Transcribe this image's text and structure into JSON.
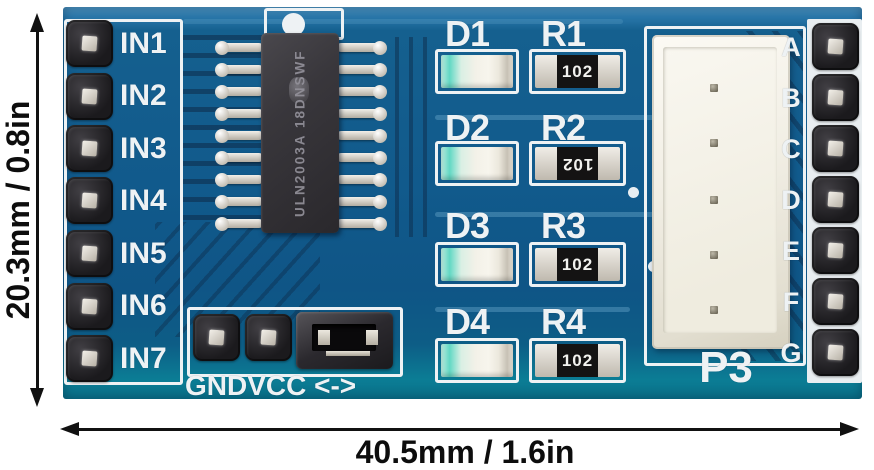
{
  "annotation": {
    "height_label": "20.3mm / 0.8in",
    "width_label": "40.5mm / 1.6in"
  },
  "board": {
    "left_header": {
      "labels": [
        "IN1",
        "IN2",
        "IN3",
        "IN4",
        "IN5",
        "IN6",
        "IN7"
      ]
    },
    "ic": {
      "marking_line1": "18DNSWF",
      "marking_line2": "ULN2003A"
    },
    "leds": {
      "labels": [
        "D1",
        "D2",
        "D3",
        "D4"
      ]
    },
    "resistors": {
      "labels": [
        "R1",
        "R2",
        "R3",
        "R4"
      ],
      "code": "102"
    },
    "connector": {
      "label": "P3"
    },
    "right_header": {
      "labels": [
        "A",
        "B",
        "C",
        "D",
        "E",
        "F",
        "G"
      ]
    },
    "bottom_header": {
      "label": "GNDVCC <->"
    }
  },
  "colors": {
    "pcb_blue": "#115a8c",
    "pcb_teal_edge": "#0a7d95",
    "silkscreen_white": "#eef2f4",
    "annotation_black": "#111111"
  }
}
